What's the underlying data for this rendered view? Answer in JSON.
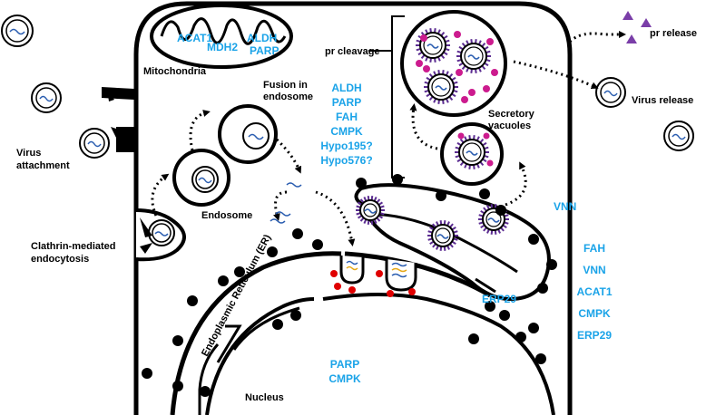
{
  "colors": {
    "protein_label": "#1aa3e8",
    "ribosome": "#000000",
    "spike": "#5b2c91",
    "particle": "#cc1b8e",
    "ribosome_red": "#e00000",
    "rna": "#2a5db0",
    "rna_alt": "#e6a817",
    "pr": "#7a3ea8"
  },
  "labels": {
    "mitochondria": "Mitochondria",
    "fusion": [
      "Fusion in",
      "endosome"
    ],
    "endosome": "Endosome",
    "clathrin": [
      "Clathrin-mediated",
      "endocytosis"
    ],
    "virus_attachment": [
      "Virus",
      "attachment"
    ],
    "pr_cleavage": "pr cleavage",
    "pr_release": "pr release",
    "virus_release": "Virus release",
    "secretory": [
      "Secretory",
      "vacuoles"
    ],
    "er": "Endoplasmic Reticulum (ER)",
    "erp29_er": "ERP29",
    "nucleus": "Nucleus"
  },
  "mito_proteins": [
    "ACAT1",
    "MDH2",
    "ALDH",
    "PARP"
  ],
  "cytoplasm_proteins": [
    "ALDH",
    "PARP",
    "FAH",
    "CMPK",
    "Hypo195?",
    "Hypo576?"
  ],
  "membrane_protein": "VNN",
  "extracellular_proteins": [
    "FAH",
    "VNN",
    "ACAT1",
    "CMPK",
    "ERP29"
  ],
  "nucleus_proteins": [
    "PARP",
    "CMPK"
  ]
}
